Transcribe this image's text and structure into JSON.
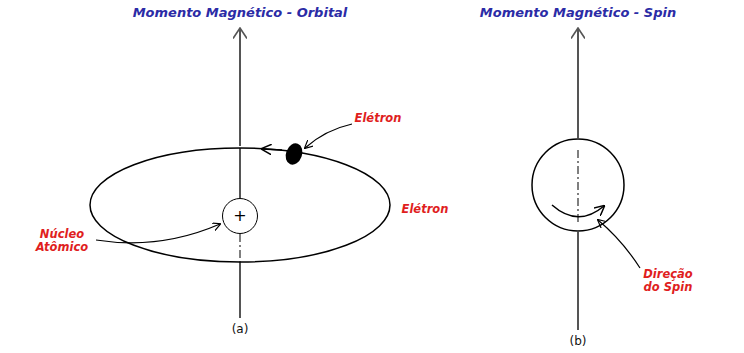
{
  "diagram": {
    "nodes": [
      {
        "text": [
          "+"
        ]
      }
    ],
    "labels": [
      "Momento Magnético - Orbital",
      "Momento Magnético - Spin",
      "Elétron",
      "Núcleo Atômico",
      "(a)",
      "Elétron",
      "Direção do Spin",
      "(b)"
    ]
  }
}
